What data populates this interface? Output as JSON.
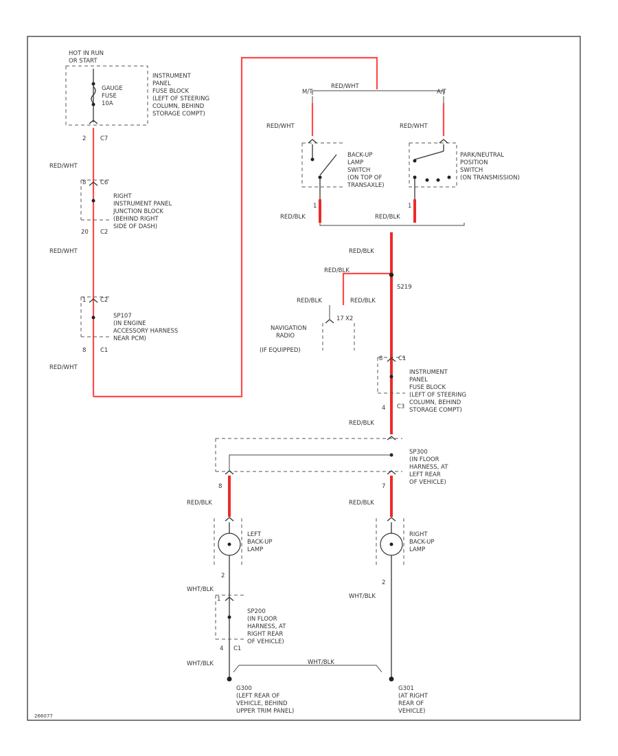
{
  "colors": {
    "wire_hot": "#ee2a2a",
    "wire_pink": "#ff4a4a",
    "wire_dark": "#333333"
  },
  "icons": [
    "fuse-icon",
    "connector-icon",
    "switch-icon",
    "lamp-icon",
    "ground-icon",
    "splice-icon"
  ],
  "labels": {
    "hot_in_run": "HOT IN RUN",
    "on_start": "OR START",
    "fuse_name": "GAUGE",
    "fuse_word": "FUSE",
    "fuse_amp": "10A",
    "ip_fuse_block_top": [
      "INSTRUMENT",
      "PANEL",
      "FUSE BLOCK",
      "(LEFT OF STEERING",
      "COLUMN, BEHIND",
      "STORAGE COMPT)"
    ],
    "c7": "C7",
    "pin_2": "2",
    "redwht_1": "RED/WHT",
    "jb_pin": "8",
    "jb_conn": "C6",
    "right_ip_jb": [
      "RIGHT",
      "INSTRUMENT PANEL",
      "JUNCTION BLOCK",
      "(BEHIND RIGHT",
      "SIDE OF DASH)"
    ],
    "jb_pin_bottom": "20",
    "jb_conn_bottom": "C2",
    "redwht_2": "RED/WHT",
    "sp107_pin": "1",
    "sp107_conn": "C2",
    "sp107": [
      "SP107",
      "(IN ENGINE",
      "ACCESSORY HARNESS",
      "NEAR PCM)"
    ],
    "sp107_pin_bottom": "8",
    "sp107_conn_bottom": "C1",
    "redwht_3": "RED/WHT",
    "redwht_top": "RED/WHT",
    "mt": "M/T",
    "at": "A/T",
    "redwht_left": "RED/WHT",
    "redwht_right": "RED/WHT",
    "backup_switch": [
      "BACK-UP",
      "LAMP",
      "SWITCH",
      "(ON TOP OF",
      "TRANSAXLE)"
    ],
    "park_neutral": [
      "PARK/NEUTRAL",
      "POSITION",
      "SWITCH",
      "(ON TRANSMISSION)"
    ],
    "pin_1a": "1",
    "pin_1b": "1",
    "redblk_left": "RED/BLK",
    "redblk_right": "RED/BLK",
    "redblk_mid": "RED/BLK",
    "redblk_branch": "RED/BLK",
    "s219": "S219",
    "redblk_nav": "RED/BLK",
    "redblk_main": "RED/BLK",
    "nav_pin": "17",
    "nav_conn": "X2",
    "navigation": [
      "NAVIGATION",
      "RADIO",
      "(IF EQUIPPED)"
    ],
    "ip2_pin": "8",
    "ip2_conn": "C1",
    "ip_fuse_block_2": [
      "INSTRUMENT",
      "PANEL",
      "FUSE BLOCK",
      "(LEFT OF STEERING",
      "COLUMN, BEHIND",
      "STORAGE COMPT)"
    ],
    "ip2_pin_bottom": "4",
    "ip2_conn_bottom": "C3",
    "redblk_lower": "RED/BLK",
    "sp300": [
      "SP300",
      "(IN FLOOR",
      "HARNESS, AT",
      "LEFT REAR",
      "OF VEHICLE)"
    ],
    "sp300_pin_left": "8",
    "sp300_pin_right": "7",
    "redblk_ll": "RED/BLK",
    "redblk_rl": "RED/BLK",
    "left_lamp": [
      "LEFT",
      "BACK-UP",
      "LAMP"
    ],
    "right_lamp": [
      "RIGHT",
      "BACK-UP",
      "LAMP"
    ],
    "lamp_pin_2l": "2",
    "lamp_pin_2r": "2",
    "whtblk_1": "WHT/BLK",
    "whtblk_2": "WHT/BLK",
    "sp200_pin": "1",
    "sp200": [
      "SP200",
      "(IN FLOOR",
      "HARNESS, AT",
      "RIGHT REAR",
      "OF VEHICLE)"
    ],
    "sp200_pin_bottom": "4",
    "sp200_conn_bottom": "C1",
    "whtblk_3": "WHT/BLK",
    "whtblk_4": "WHT/BLK",
    "g300": [
      "G300",
      "(LEFT REAR OF",
      "VEHICLE, BEHIND",
      "UPPER TRIM PANEL)"
    ],
    "g301": [
      "G301",
      "(AT RIGHT",
      "REAR OF",
      "VEHICLE)"
    ],
    "figure_id": "266077"
  }
}
